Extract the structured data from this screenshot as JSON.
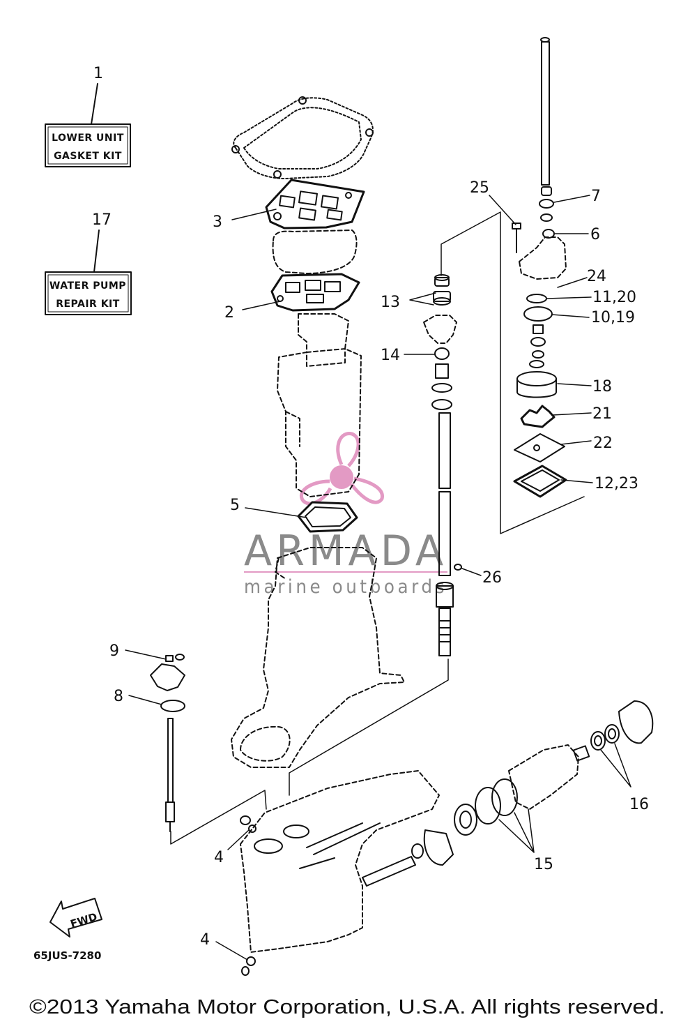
{
  "kits": [
    {
      "number": "1",
      "line1": "LOWER UNIT",
      "line2": "GASKET KIT"
    },
    {
      "number": "17",
      "line1": "WATER PUMP",
      "line2": "REPAIR KIT"
    }
  ],
  "callouts": [
    "3",
    "2",
    "5",
    "25",
    "7",
    "6",
    "24",
    "11,20",
    "10,19",
    "13",
    "14",
    "18",
    "21",
    "22",
    "12,23",
    "26",
    "9",
    "8",
    "16",
    "15",
    "4",
    "4"
  ],
  "arrow_label": "FWD",
  "diagram_code": "65JUS-7280",
  "copyright": "©2013 Yamaha Motor Corporation, U.S.A. All rights reserved.",
  "watermark": {
    "name": "ARMADA",
    "tagline": "marine outboards"
  },
  "colors": {
    "line": "#111111",
    "watermark_text": "#8a8a8a",
    "watermark_logo": "#e39ac4"
  }
}
